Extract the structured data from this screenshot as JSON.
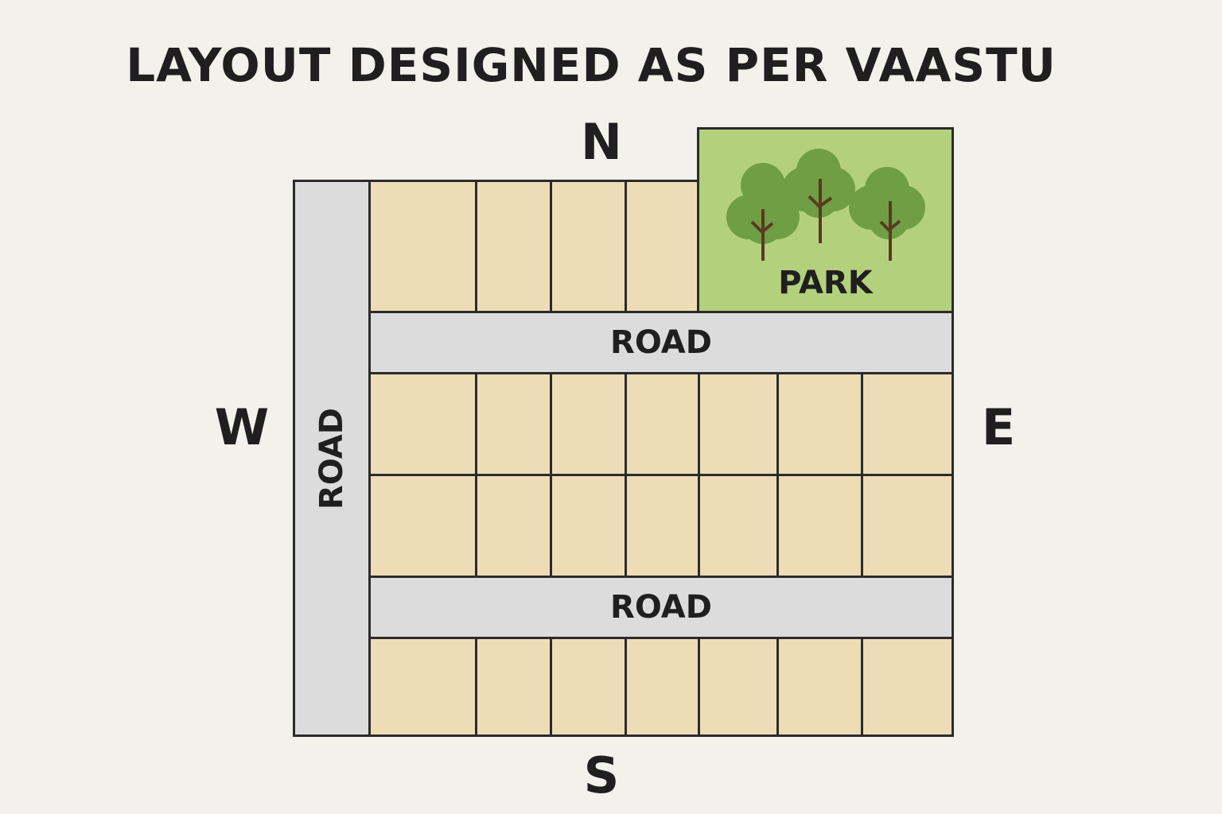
{
  "title": "LAYOUT DESIGNED AS PER VAASTU",
  "compass": {
    "north": "N",
    "south": "S",
    "east": "E",
    "west": "W"
  },
  "roads": {
    "west_road": "ROAD",
    "middle_road": "ROAD",
    "south_road": "ROAD"
  },
  "park": {
    "label": "PARK",
    "tree_color": "#6f9e45",
    "trunk_color": "#5a3a22"
  },
  "colors": {
    "background": "#f3f1ec",
    "plot": "#eedcb7",
    "road": "#dcdcdc",
    "park": "#b3d17c"
  }
}
